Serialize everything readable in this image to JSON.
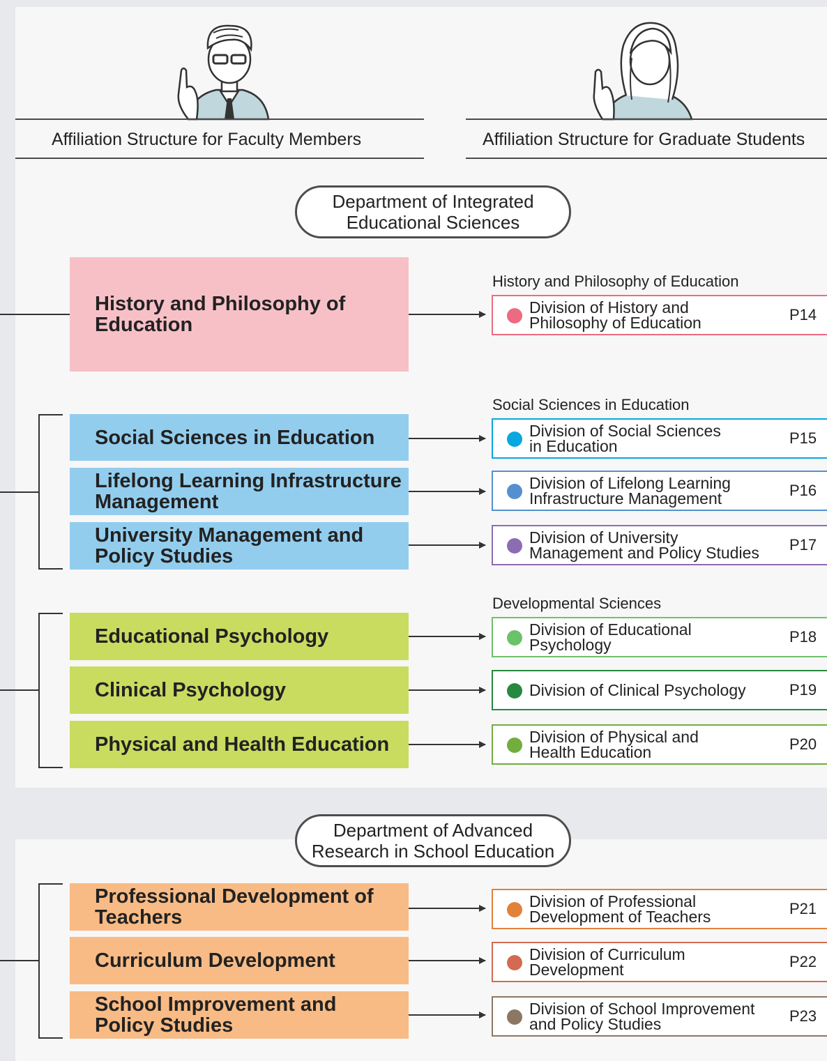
{
  "headers": {
    "faculty": "Affiliation Structure for Faculty Members",
    "students": "Affiliation Structure for Graduate Students"
  },
  "departments": [
    {
      "name": "Department of Integrated\nEducational Sciences"
    },
    {
      "name": "Department of Advanced\nResearch in School Education"
    }
  ],
  "faculty_units": [
    "History and Philosophy of\nEducation",
    "Social Sciences in Education",
    "Lifelong Learning Infrastructure\nManagement",
    "University Management and\nPolicy Studies",
    "Educational Psychology",
    "Clinical Psychology",
    "Physical and Health Education",
    "Professional Development of\nTeachers",
    "Curriculum Development",
    "School Improvement and\nPolicy Studies"
  ],
  "group_labels": [
    "History and Philosophy of Education",
    "Social Sciences in Education",
    "Developmental Sciences"
  ],
  "divisions": [
    {
      "name": "Division of History and\nPhilosophy of Education",
      "page": "P14",
      "color": "#ec6b81"
    },
    {
      "name": "Division of Social Sciences\nin Education",
      "page": "P15",
      "color": "#08a7e0"
    },
    {
      "name": "Division of Lifelong Learning\nInfrastructure Management",
      "page": "P16",
      "color": "#5490cf"
    },
    {
      "name": "Division of University\nManagement and Policy Studies",
      "page": "P17",
      "color": "#8c6cb3"
    },
    {
      "name": "Division of Educational\nPsychology",
      "page": "P18",
      "color": "#6cc26a"
    },
    {
      "name": "Division of Clinical Psychology",
      "page": "P19",
      "color": "#27893f"
    },
    {
      "name": "Division of Physical and\nHealth Education",
      "page": "P20",
      "color": "#72ad3e"
    },
    {
      "name": "Division of Professional\nDevelopment of Teachers",
      "page": "P21",
      "color": "#e2823a"
    },
    {
      "name": "Division of Curriculum\nDevelopment",
      "page": "P22",
      "color": "#d26b51"
    },
    {
      "name": "Division of School Improvement\nand Policy Studies",
      "page": "P23",
      "color": "#8c7765"
    }
  ],
  "colors": {
    "history": "#f7c0c7",
    "social": "#93cdee",
    "developmental": "#c9dc60",
    "school": "#f8bb85"
  }
}
